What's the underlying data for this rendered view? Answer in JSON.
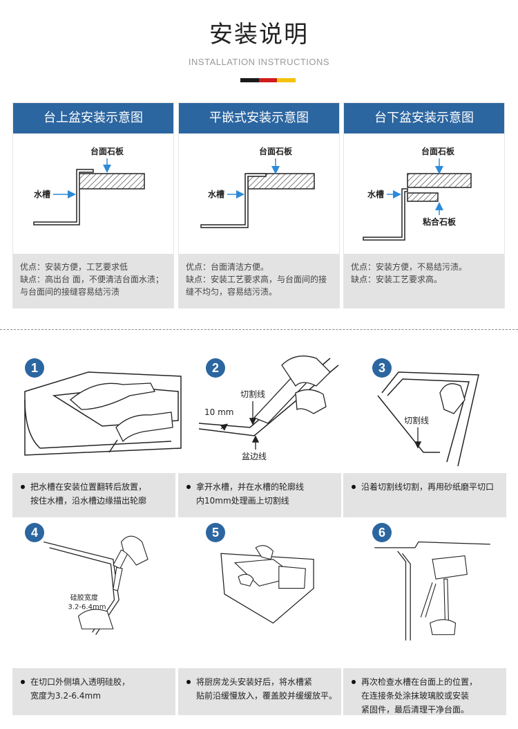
{
  "header": {
    "title": "安装说明",
    "subtitle": "INSTALLATION INSTRUCTIONS",
    "flag_colors": [
      "#1a1a1a",
      "#d01c1c",
      "#f4c20d"
    ]
  },
  "accent_color": "#2c66a0",
  "panels": [
    {
      "title": "台上盆安装示意图",
      "labels": {
        "slab": "台面石板",
        "sink": "水槽"
      },
      "pros": "优点：安装方便，工艺要求低",
      "cons_lines": [
        "缺点：高出台 面，不便清洁台面水渍；",
        "与台面间的接缝容易结污渍"
      ]
    },
    {
      "title": "平嵌式安装示意图",
      "labels": {
        "slab": "台面石板",
        "sink": "水槽"
      },
      "pros": "优点：台面清洁方便。",
      "cons_lines": [
        "缺点：安装工艺要求高，与台面间的接",
        "缝不均匀，容易结污渍。"
      ]
    },
    {
      "title": "台下盆安装示意图",
      "labels": {
        "slab": "台面石板",
        "sink": "水槽",
        "bond": "粘合石板"
      },
      "pros": "优点：安装方便，不易结污渍。",
      "cons_lines": [
        "缺点：安装工艺要求高。"
      ]
    }
  ],
  "steps": [
    {
      "num": "1",
      "lines": [
        "把水槽在安装位置翻转后放置，",
        "按住水槽，沿水槽边缘描出轮廓"
      ]
    },
    {
      "num": "2",
      "lines": [
        "拿开水槽，并在水槽的轮廓线",
        "内10mm处理画上切割线"
      ],
      "labels": {
        "cut": "切割线",
        "mm": "10 mm",
        "edge": "盆边线"
      }
    },
    {
      "num": "3",
      "lines": [
        "沿着切割线切割，再用砂纸磨平切口"
      ],
      "labels": {
        "cut": "切割线"
      }
    },
    {
      "num": "4",
      "lines": [
        "在切口外侧填入透明硅胶，",
        "宽度为3.2-6.4mm"
      ],
      "labels": {
        "glue": "硅胶宽度",
        "width": "3.2-6.4mm"
      }
    },
    {
      "num": "5",
      "lines": [
        "将厨房龙头安装好后，将水槽紧",
        "贴前沿缓慢放入，覆盖胶并缓缓放平。"
      ]
    },
    {
      "num": "6",
      "lines": [
        "再次检查水槽在台面上的位置，",
        "在连接条处涂抹玻璃胶或安装",
        "紧固件，最后清理干净台面。"
      ]
    }
  ]
}
